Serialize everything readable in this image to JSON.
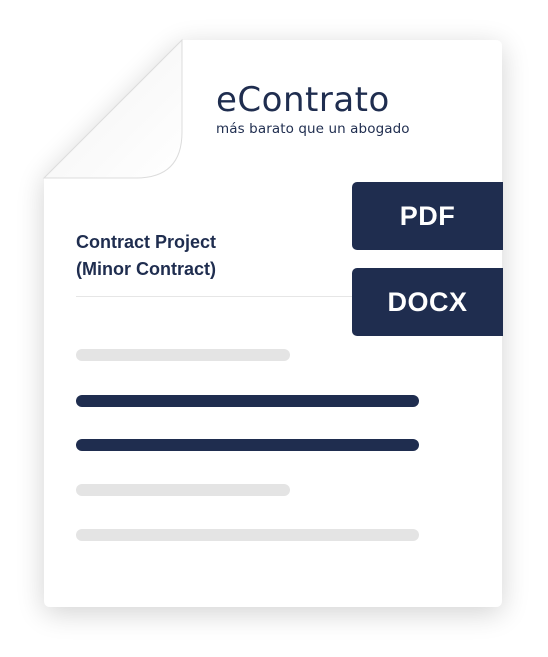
{
  "brand": {
    "name": "eContrato",
    "tagline": "más barato que un abogado"
  },
  "document": {
    "title_line1": "Contract Project",
    "title_line2": "(Minor Contract)"
  },
  "formats": {
    "pdf_label": "PDF",
    "docx_label": "DOCX"
  },
  "colors": {
    "navy": "#1f2d4f",
    "placeholder_gray": "#e4e4e4",
    "page": "#ffffff"
  },
  "icons": [
    "document-icon"
  ]
}
